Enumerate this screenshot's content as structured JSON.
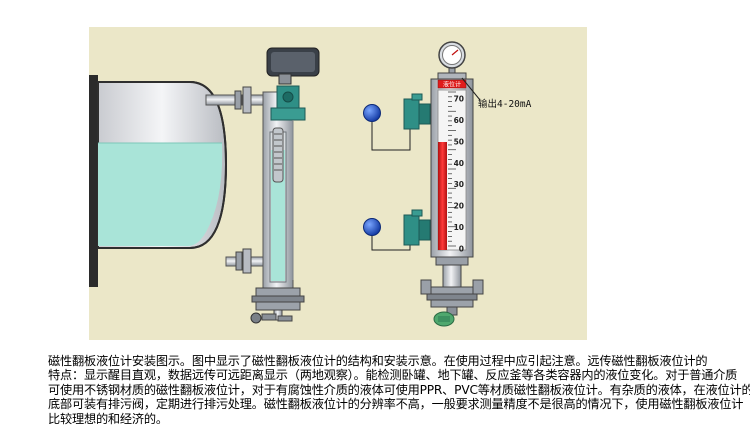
{
  "diagram": {
    "output_label": "输出4-20mA",
    "gauge_header": "液位计",
    "scale_labels": [
      "70",
      "60",
      "50",
      "40",
      "30",
      "20",
      "10",
      "0"
    ],
    "colors": {
      "background": "#ebe7c8",
      "tank_liquid": "#a9e4d8",
      "gauge_red": "#e01c1c",
      "gauge_white": "#f5f5f5",
      "sensor_teal": "#2f8f86",
      "float_blue": "#1e56c8"
    }
  },
  "caption": {
    "lines": [
      "磁性翻板液位计安装图示。图中显示了磁性翻板液位计的结构和安装示意。在使用过程中应引起注意。远传磁性翻板液位计的",
      "特点：显示醒目直观，数据远传可远距离显示（两地观察）。能检测卧罐、地下罐、反应釜等各类容器内的液位变化。对于普通介质",
      "可使用不锈钢材质的磁性翻板液位计，对于有腐蚀性介质的液体可使用PPR、PVC等材质磁性翻板液位计。有杂质的液体，在液位计的",
      "底部可装有排污阀，定期进行排污处理。磁性翻板液位计的分辨率不高，一般要求测量精度不是很高的情况下，使用磁性翻板液位计",
      "比较理想的和经济的。"
    ]
  }
}
